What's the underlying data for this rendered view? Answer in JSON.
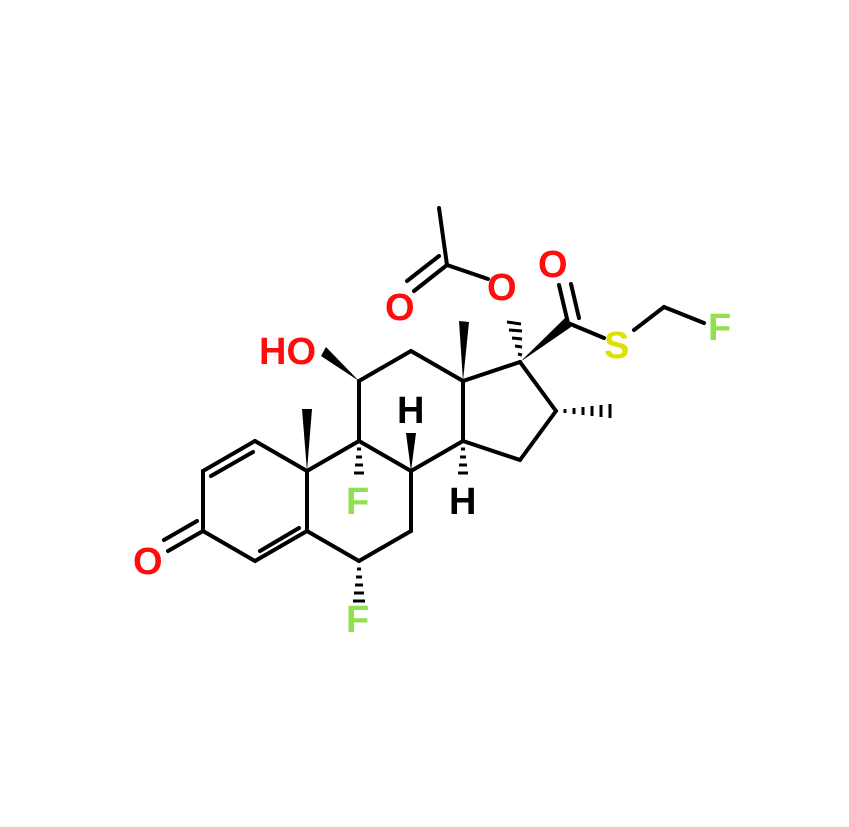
{
  "molecule": {
    "atoms": {
      "ho": "HO",
      "o_acetate_ester": "O",
      "o_acetate_carbonyl": "O",
      "o_thioester_carbonyl": "O",
      "s_thioester": "S",
      "f_fluoromethyl": "F",
      "o_ketone": "O",
      "f_c9": "F",
      "f_c6": "F",
      "h_c8": "H",
      "h_c14": "H"
    }
  },
  "colors": {
    "bond": "#000000",
    "oxygen": "#ff0d0d",
    "fluorine": "#90e050",
    "sulfur": "#e0e000",
    "hydrogen": "#000000"
  }
}
